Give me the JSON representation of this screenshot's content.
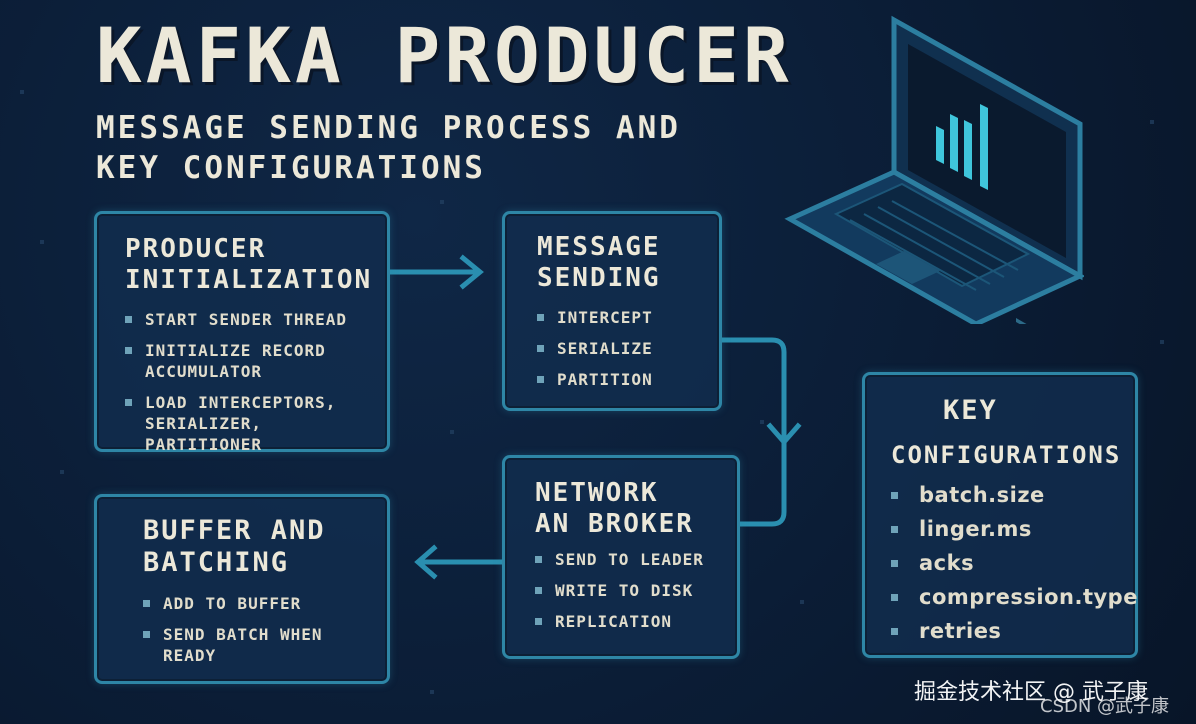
{
  "header": {
    "title": "KAFKA PRODUCER",
    "subtitle": "MESSAGE SENDING PROCESS AND KEY CONFIGURATIONS"
  },
  "cards": {
    "initialization": {
      "title": "PRODUCER\nINITIALIZATION",
      "items": [
        "START SENDER THREAD",
        "INITIALIZE RECORD\nACCUMULATOR",
        "LOAD INTERCEPTORS,\nSERIALIZER, PARTITIONER"
      ]
    },
    "sending": {
      "title": "MESSAGE\nSENDING",
      "items": [
        "INTERCEPT",
        "SERIALIZE",
        "PARTITION"
      ]
    },
    "network": {
      "title": "NETWORK\nAN BROKER",
      "items": [
        "SEND TO LEADER",
        "WRITE TO DISK",
        "REPLICATION"
      ]
    },
    "buffer": {
      "title": "BUFFER AND\nBATCHING",
      "items": [
        "ADD TO BUFFER",
        "SEND BATCH WHEN\nREADY"
      ]
    },
    "config": {
      "title_line1": "KEY",
      "title_line2": "CONFIGURATIONS",
      "items": [
        "batch.size",
        "linger.ms",
        "acks",
        "compression.type",
        "retries"
      ]
    }
  },
  "watermarks": {
    "juejin": "掘金技术社区 @ 武子康",
    "csdn": "CSDN @武子康"
  },
  "colors": {
    "background": "#0b1d36",
    "card_border": "#2e86a6",
    "card_fill": "#122d4e",
    "arrow": "#2a8fb0",
    "text": "#ece8d9",
    "screen_bars": "#3fc6dc"
  },
  "icons": {
    "laptop": "laptop-icon",
    "bullet": "square-bullet-icon"
  }
}
